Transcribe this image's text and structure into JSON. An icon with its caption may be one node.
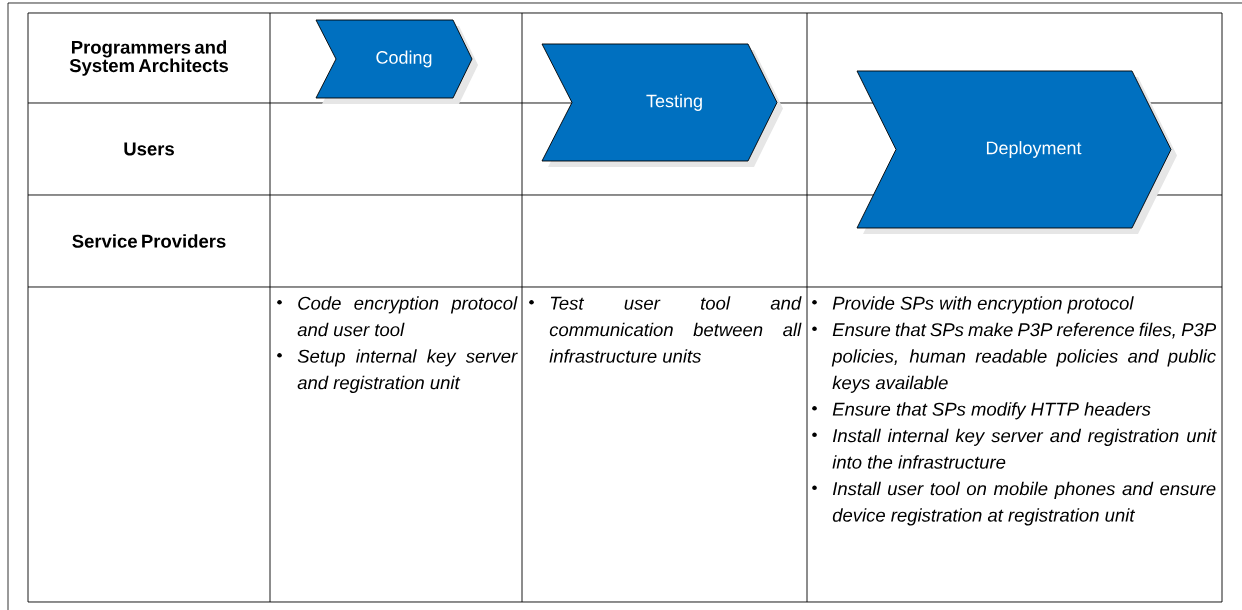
{
  "diagram": {
    "nodes": [
      {
        "text": [
          "Coding"
        ]
      },
      {
        "text": [
          "Testing"
        ]
      },
      {
        "text": [
          "Deployment"
        ]
      }
    ],
    "labels": [
      "Programmers and System Architects",
      "Users",
      "Service Providers",
      "Code encryption protocol and user tool",
      "Setup internal key server and registration unit",
      "Test user tool and communication between all infrastructure units",
      "Provide SPs with encryption protocol",
      "Ensure that SPs make P3P reference files, P3P policies, human readable policies and public keys available",
      "Ensure that SPs modify HTTP headers",
      "Install internal key server and registration unit into the infrastructure",
      "Install user tool on mobile phones and ensure device registration at registration unit"
    ]
  }
}
